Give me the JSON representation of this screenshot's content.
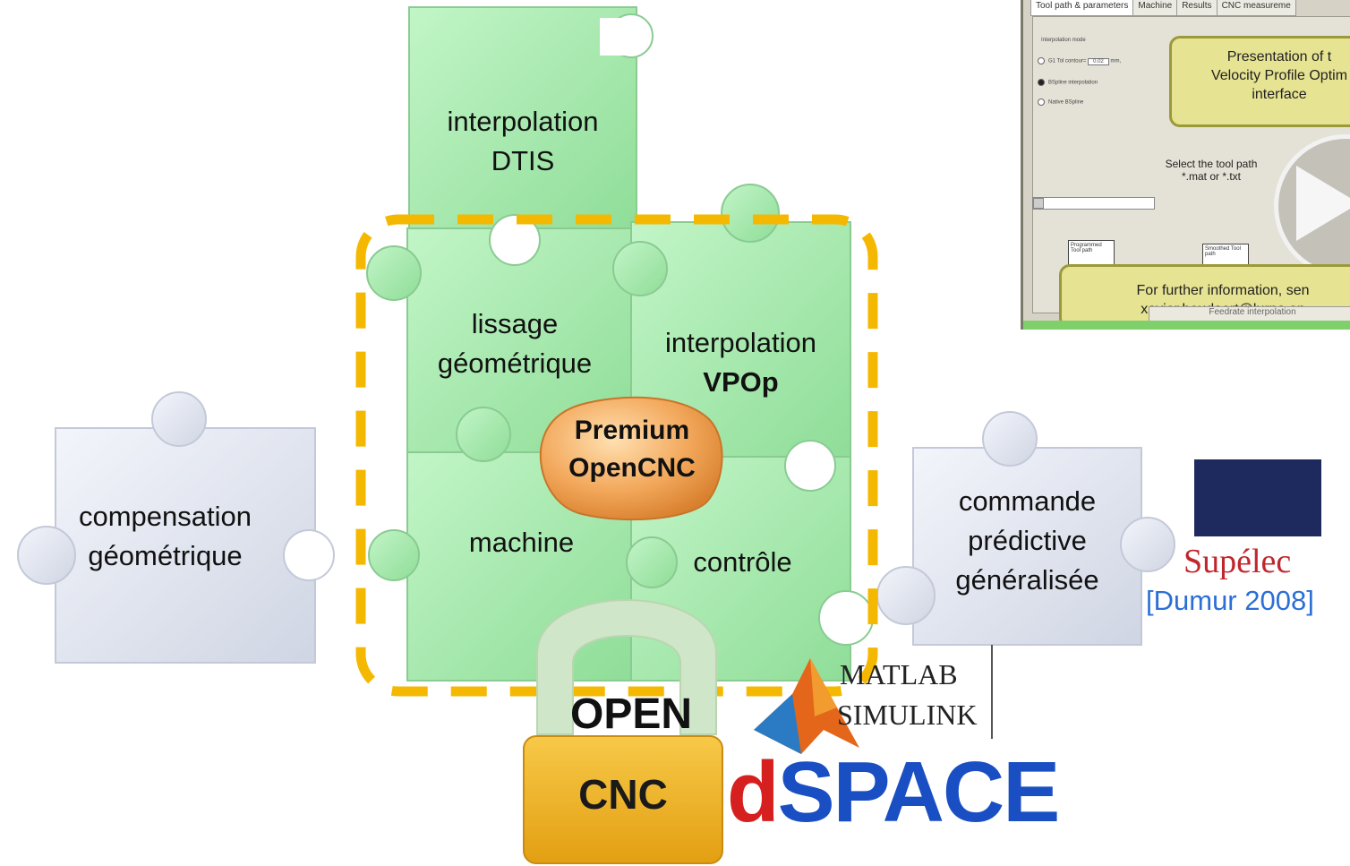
{
  "pieces": {
    "dtis": [
      "interpolation",
      "DTIS"
    ],
    "lissage": [
      "lissage",
      "géométrique"
    ],
    "vpop": [
      "interpolation",
      "VPOp"
    ],
    "machine": "machine",
    "controle": "contrôle",
    "compensation": [
      "compensation",
      "géométrique"
    ],
    "commande": [
      "commande",
      "prédictive",
      "généralisée"
    ]
  },
  "center_badge": [
    "Premium",
    "OpenCNC"
  ],
  "lock": {
    "top": "OPEN",
    "bottom": "CNC"
  },
  "logos": {
    "matlab": "MATLAB",
    "simulink": "SIMULINK",
    "dspace_d": "d",
    "dspace_rest": "SPACE",
    "supelec": "Supélec"
  },
  "citation": "[Dumur 2008]",
  "screenshot": {
    "tabs": [
      "Tool path & parameters",
      "Machine",
      "Results",
      "CNC measureme"
    ],
    "interp_mode_label": "Interpolation mode",
    "radio_g1": "G1   Tol contour=",
    "tol_value": "0.02",
    "tol_unit": "mm,",
    "radio_bspline": "BSpline interpolation",
    "radio_native": "Native BSpline",
    "bubble_top": [
      "Presentation of t",
      "Velocity Profile Optim",
      "interface"
    ],
    "select_path": [
      "Select the tool path",
      "*.mat or *.txt"
    ],
    "thumb_programmed": "Programmed Tool path",
    "thumb_smoothed": "Smoothed Tool path",
    "bubble_bottom": [
      "For further information, sen",
      "xavier.beudaert@lurpa.en"
    ],
    "feed_button": "Feedrate interpolation"
  },
  "colors": {
    "piece_green": "#a9ebb0",
    "piece_grey": "#e4e8f2",
    "dashed_frame": "#f5b800",
    "badge": "#f0a860",
    "lock_gold": "#f0b429",
    "lock_shackle": "#cfe6c8",
    "citation_blue": "#2b6fd6",
    "supelec_red": "#c0272d",
    "supelec_navy": "#1e2a5e",
    "dspace_red": "#d62020",
    "dspace_blue": "#1a4fc4"
  }
}
